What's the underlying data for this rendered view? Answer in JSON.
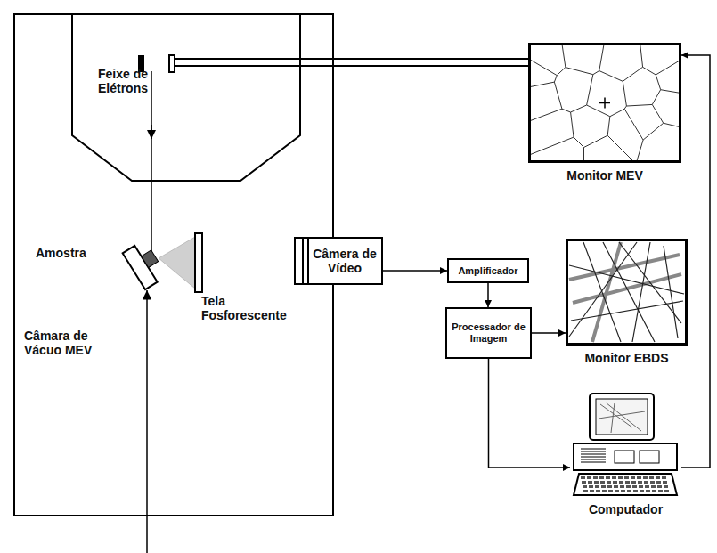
{
  "diagram": {
    "nodes": [
      {
        "text": [
          "Câmara de Vácuo MEV"
        ]
      },
      {
        "text": [
          "Feixe de Elétrons"
        ],
        "in": 0
      },
      {
        "text": [
          "Câmera de Vídeo"
        ]
      },
      {
        "text": [
          "Amplificador"
        ]
      },
      {
        "text": [
          "Processador de Imagem"
        ]
      },
      {
        "text": [
          "Monitor MEV"
        ]
      },
      {
        "text": [
          "Monitor EBDS"
        ]
      },
      {
        "text": [
          "Computador"
        ]
      }
    ],
    "edges": [
      {
        "from": 2,
        "to": 3,
        "arrow": "to"
      },
      {
        "from": 3,
        "to": 4,
        "arrow": "to"
      },
      {
        "from": 4,
        "to": 6,
        "arrow": "to"
      },
      {
        "from": 4,
        "to": 7,
        "arrow": "to"
      },
      {
        "from": 7,
        "to": 5,
        "arrow": "to"
      },
      {
        "from": 1,
        "to": 5,
        "arrow": "none"
      }
    ],
    "labels": [
      "Amostra",
      "Tela Fosforescente"
    ]
  }
}
